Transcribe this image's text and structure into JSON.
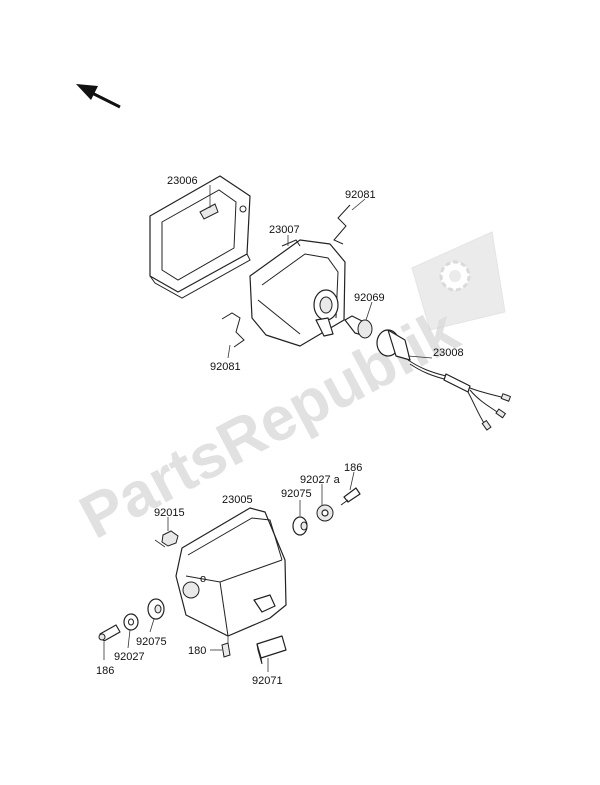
{
  "watermark": "PartsRepublik",
  "labels": {
    "p23006": "23006",
    "p92081_top": "92081",
    "p23007": "23007",
    "p92069": "92069",
    "p92081_left": "92081",
    "p23008": "23008",
    "p186_right": "186",
    "p92027a": "92027 a",
    "p92075_right": "92075",
    "p23005": "23005",
    "p92015": "92015",
    "p186_left": "186",
    "p92027": "92027",
    "p92075_left": "92075",
    "p180": "180",
    "p92071": "92071"
  },
  "icons": [
    "direction-arrow-icon",
    "gear-flag-icon"
  ]
}
